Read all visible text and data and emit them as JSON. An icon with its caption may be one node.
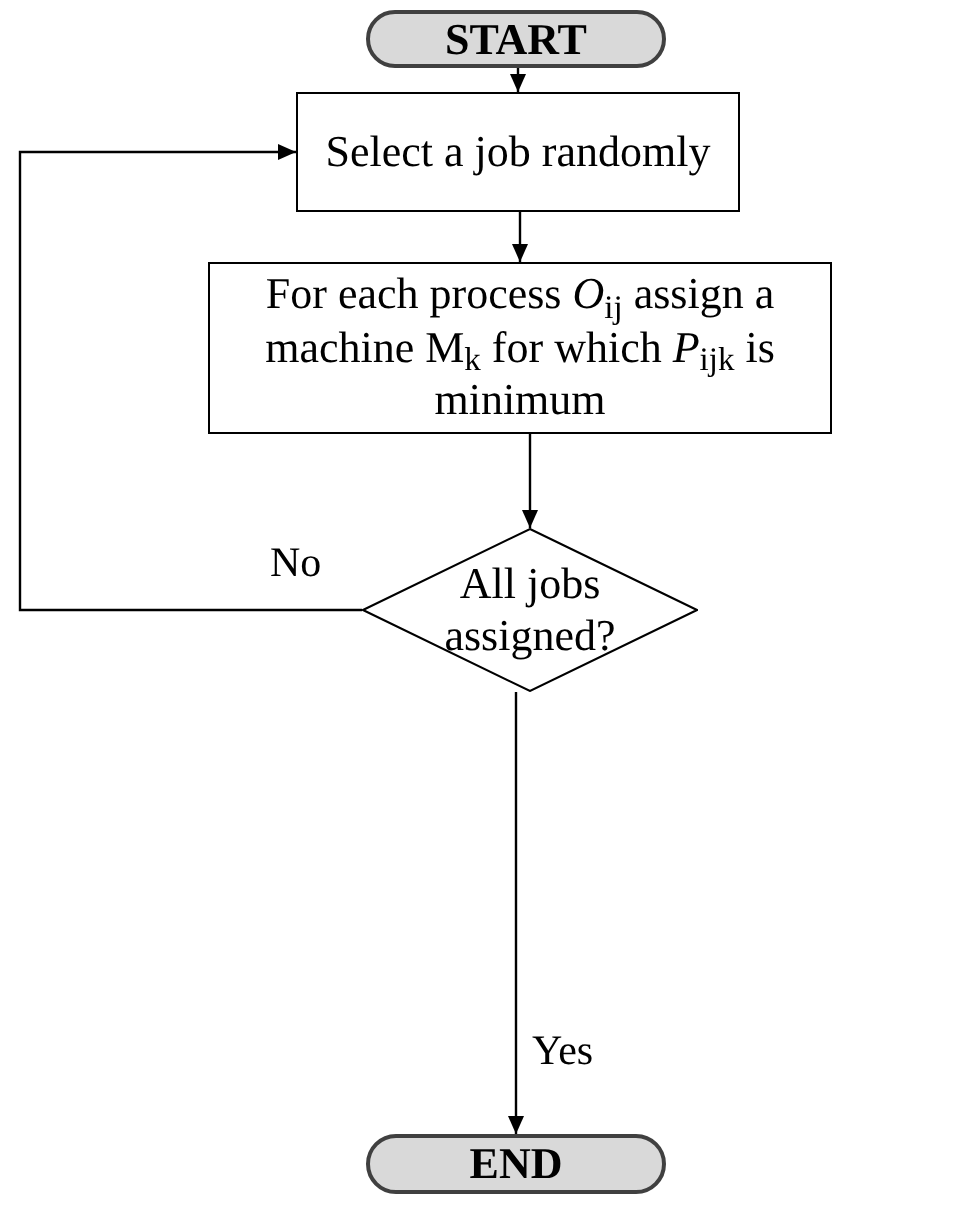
{
  "diagram": {
    "nodes": [
      {
        "text": [
          "START"
        ]
      },
      {
        "text": [
          "Select a job randomly"
        ]
      },
      {
        "text": [
          "For each process *O*$_{ij}$ assign a machine M$_{k}$ for which *P*$_{ijk}$ is minimum"
        ]
      },
      {
        "text": [
          "All jobs assigned?"
        ]
      },
      {
        "text": [
          "END"
        ]
      }
    ],
    "edges": [
      {
        "from": 0,
        "to": 1,
        "arrow": "to"
      },
      {
        "from": 1,
        "to": 2,
        "arrow": "to"
      },
      {
        "from": 2,
        "to": 3,
        "arrow": "to"
      },
      {
        "from": 3,
        "to": 4,
        "arrow": "to",
        "label": "Yes"
      },
      {
        "from": 3,
        "to": 1,
        "arrow": "to",
        "label": "No"
      }
    ]
  }
}
